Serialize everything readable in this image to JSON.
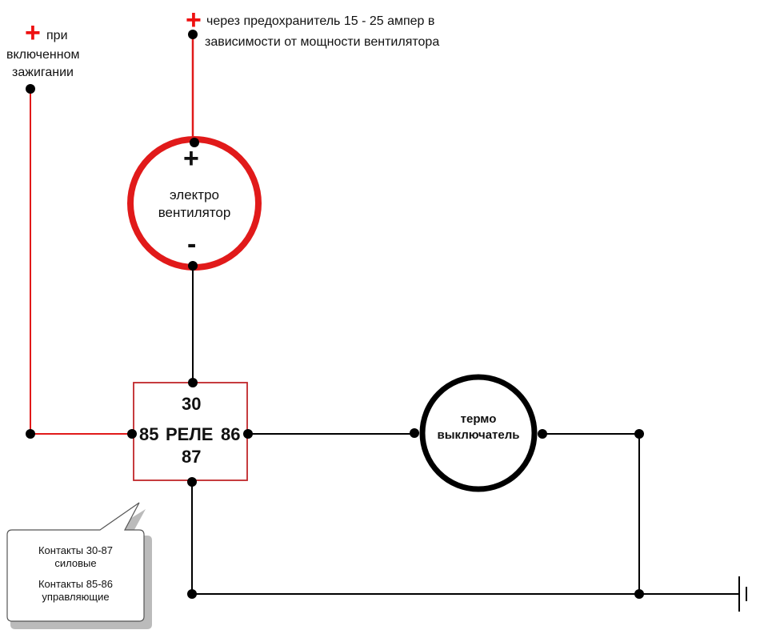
{
  "colors": {
    "power_wire": "#e11a1a",
    "control_wire": "#000000",
    "relay_border": "#c0262a",
    "thermo_border": "#000000",
    "fan_border": "#e11a1a"
  },
  "labels": {
    "ignition_plus": "+",
    "ignition_text_line1": "при",
    "ignition_text_line2": "включенном",
    "ignition_text_line3": "зажигании",
    "fuse_plus": "+",
    "fuse_text_line1": "через предохранитель 15 - 25 ампер в",
    "fuse_text_line2": "зависимости от мощности вентилятора"
  },
  "fan": {
    "plus": "+",
    "minus": "-",
    "label_line1": "электро",
    "label_line2": "вентилятор"
  },
  "relay": {
    "pin_30": "30",
    "pin_85": "85",
    "name": "РЕЛЕ",
    "pin_86": "86",
    "pin_87": "87"
  },
  "thermo": {
    "label_line1": "термо",
    "label_line2": "выключатель"
  },
  "callout": {
    "line1": "Контакты 30-87",
    "line2": "силовые",
    "line3": "Контакты 85-86",
    "line4": "управляющие"
  },
  "ground_icon": "ground-icon"
}
